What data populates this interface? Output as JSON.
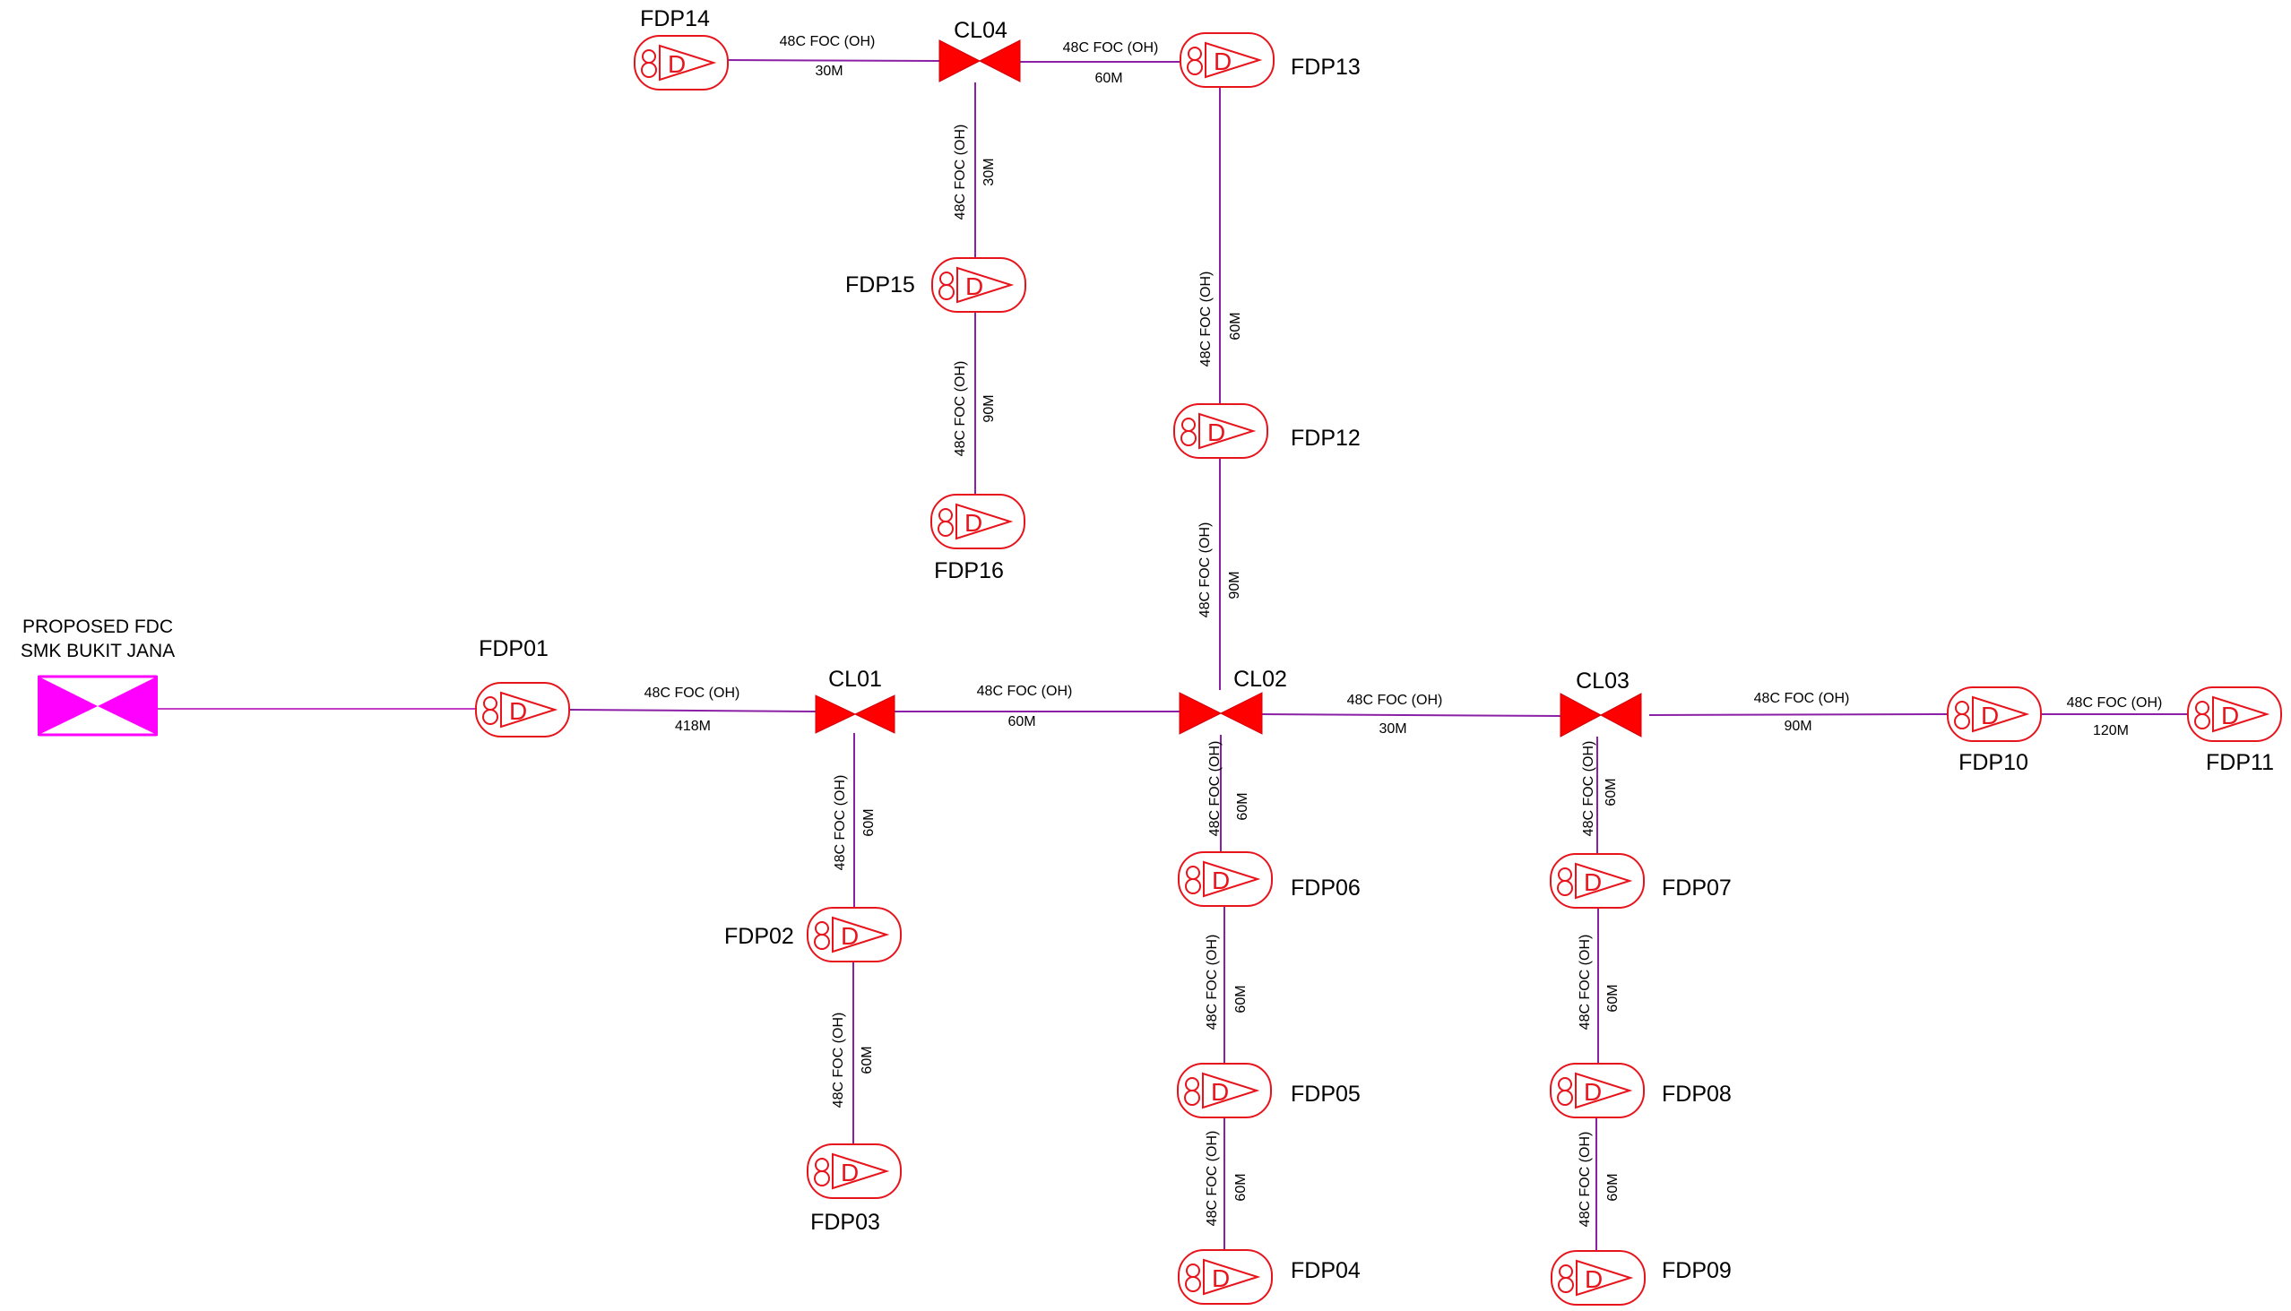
{
  "colors": {
    "cable": "#8b1fa6",
    "fdc_cable": "#c33fc3",
    "fdp": "#e8141c",
    "closure": "#ff0000",
    "fdc": "#ff00ff"
  },
  "fdc": {
    "lines": [
      "PROPOSED FDC",
      "SMK BUKIT JANA"
    ]
  },
  "icons": {
    "fdp": "fdp-distribution-point-icon",
    "closure": "bowtie-closure-icon",
    "fdc": "fdc-cabinet-icon"
  },
  "closures": {
    "CL01": "CL01",
    "CL02": "CL02",
    "CL03": "CL03",
    "CL04": "CL04"
  },
  "fdps": {
    "FDP01": "FDP01",
    "FDP02": "FDP02",
    "FDP03": "FDP03",
    "FDP04": "FDP04",
    "FDP05": "FDP05",
    "FDP06": "FDP06",
    "FDP07": "FDP07",
    "FDP08": "FDP08",
    "FDP09": "FDP09",
    "FDP10": "FDP10",
    "FDP11": "FDP11",
    "FDP12": "FDP12",
    "FDP13": "FDP13",
    "FDP14": "FDP14",
    "FDP15": "FDP15",
    "FDP16": "FDP16"
  },
  "fdp_symbol": {
    "number": "8",
    "letter": "D"
  },
  "cables": [
    {
      "from": "FDP01",
      "to": "CL01",
      "type": "48C FOC (OH)",
      "length": "418M"
    },
    {
      "from": "CL01",
      "to": "CL02",
      "type": "48C FOC (OH)",
      "length": "60M"
    },
    {
      "from": "CL02",
      "to": "CL03",
      "type": "48C FOC (OH)",
      "length": "30M"
    },
    {
      "from": "CL03",
      "to": "FDP10",
      "type": "48C FOC (OH)",
      "length": "90M"
    },
    {
      "from": "FDP10",
      "to": "FDP11",
      "type": "48C FOC (OH)",
      "length": "120M"
    },
    {
      "from": "CL01",
      "to": "FDP02",
      "type": "48C FOC (OH)",
      "length": "60M"
    },
    {
      "from": "FDP02",
      "to": "FDP03",
      "type": "48C FOC (OH)",
      "length": "60M"
    },
    {
      "from": "CL02",
      "to": "FDP06",
      "type": "48C FOC (OH)",
      "length": "60M"
    },
    {
      "from": "FDP06",
      "to": "FDP05",
      "type": "48C FOC (OH)",
      "length": "60M"
    },
    {
      "from": "FDP05",
      "to": "FDP04",
      "type": "48C FOC (OH)",
      "length": "60M"
    },
    {
      "from": "CL03",
      "to": "FDP07",
      "type": "48C FOC (OH)",
      "length": "60M"
    },
    {
      "from": "FDP07",
      "to": "FDP08",
      "type": "48C FOC (OH)",
      "length": "60M"
    },
    {
      "from": "FDP08",
      "to": "FDP09",
      "type": "48C FOC (OH)",
      "length": "60M"
    },
    {
      "from": "FDP12",
      "to": "CL02",
      "type": "48C FOC (OH)",
      "length": "90M"
    },
    {
      "from": "FDP13",
      "to": "FDP12",
      "type": "48C FOC (OH)",
      "length": "60M"
    },
    {
      "from": "FDP14",
      "to": "CL04",
      "type": "48C FOC (OH)",
      "length": "30M"
    },
    {
      "from": "CL04",
      "to": "FDP13",
      "type": "48C FOC (OH)",
      "length": "60M"
    },
    {
      "from": "CL04",
      "to": "FDP15",
      "type": "48C FOC (OH)",
      "length": "30M"
    },
    {
      "from": "FDP15",
      "to": "FDP16",
      "type": "48C FOC (OH)",
      "length": "90M"
    }
  ]
}
